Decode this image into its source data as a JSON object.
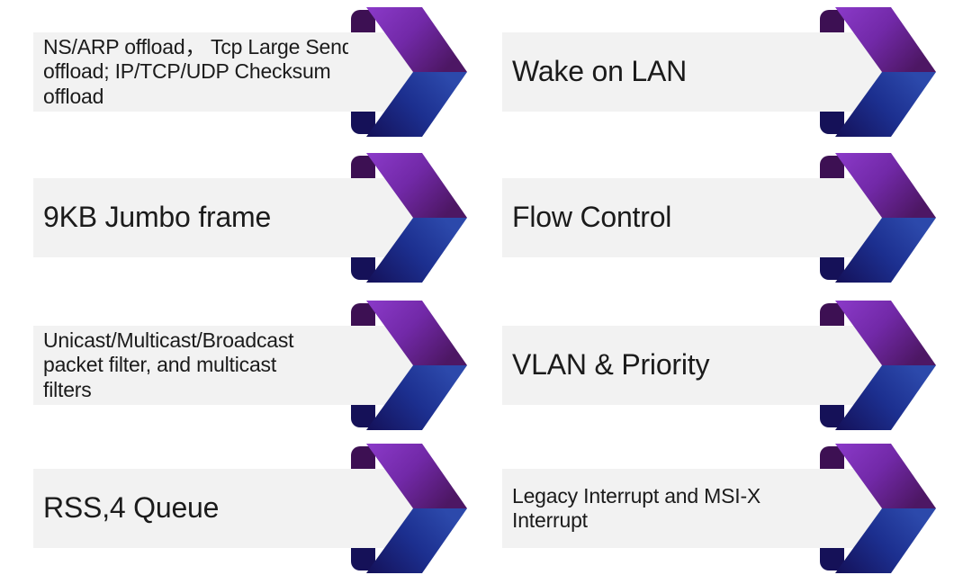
{
  "slide": {
    "background_color": "#ffffff",
    "banner_color": "#f2f2f2",
    "text_color": "#1b1b1b",
    "arrow_colors": {
      "purple_gradient_start": "#8b3ac9",
      "purple_gradient_mid": "#7229a8",
      "purple_gradient_end": "#4d1764",
      "blue_gradient_start": "#141058",
      "blue_gradient_mid": "#1c2f8f",
      "blue_gradient_end": "#2c49ab",
      "fold_top": "#3d1053",
      "fold_bottom": "#151158"
    },
    "items": [
      {
        "text": "NS/ARP offload， Tcp Large Send offload; IP/TCP/UDP Checksum offload",
        "lines": [
          "NS/ARP offload， Tcp Large Send",
          "offload; IP/TCP/UDP Checksum",
          "offload"
        ]
      },
      {
        "text": "Wake on LAN",
        "lines": [
          "Wake on LAN"
        ]
      },
      {
        "text": "9KB Jumbo frame",
        "lines": [
          "9KB Jumbo frame"
        ]
      },
      {
        "text": "Flow Control",
        "lines": [
          "Flow Control"
        ]
      },
      {
        "text": "Unicast/Multicast/Broadcast packet filter, and multicast filters",
        "lines": [
          "Unicast/Multicast/Broadcast",
          "packet filter, and multicast",
          "filters"
        ]
      },
      {
        "text": "VLAN & Priority",
        "lines": [
          "VLAN & Priority"
        ]
      },
      {
        "text": "RSS,4 Queue",
        "lines": [
          "RSS,4 Queue"
        ]
      },
      {
        "text": "Legacy Interrupt and MSI-X Interrupt",
        "lines": [
          "Legacy Interrupt and MSI-X",
          "Interrupt"
        ]
      }
    ]
  }
}
